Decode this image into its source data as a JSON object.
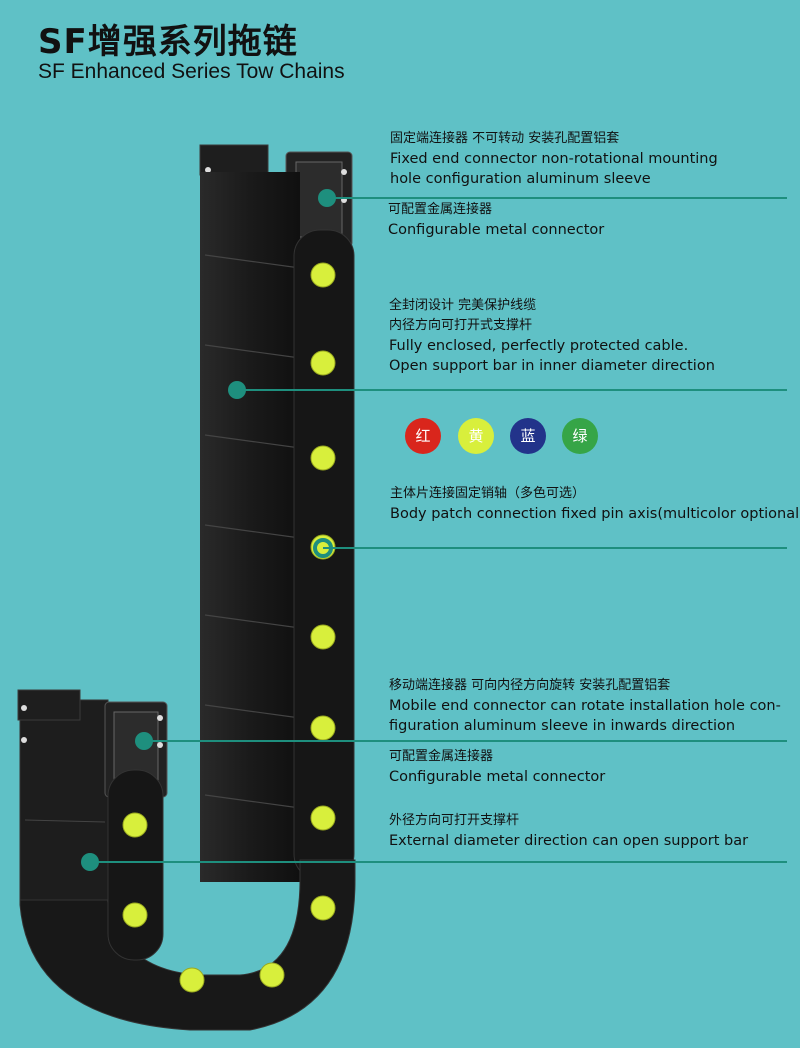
{
  "header": {
    "title_zh": "SF增强系列拖链",
    "title_en": "SF Enhanced Series Tow Chains"
  },
  "colors": {
    "background": "#5fc1c6",
    "chain_black": "#1c1c1c",
    "pin_yellow": "#d8ef3c",
    "callout": "#1e8f7e"
  },
  "callouts": [
    {
      "zh": "固定端连接器  不可转动 安装孔配置铝套",
      "en": [
        "Fixed end connector non-rotational mounting",
        "hole configuration aluminum sleeve"
      ]
    },
    {
      "zh": "可配置金属连接器",
      "en": [
        "Configurable metal connector"
      ]
    },
    {
      "zh": "全封闭设计 完美保护线缆",
      "zh2": "内径方向可打开式支撑杆",
      "en": [
        "Fully enclosed, perfectly protected cable.",
        "Open support bar in inner diameter direction"
      ]
    },
    {
      "zh": "主体片连接固定销轴（多色可选）",
      "en": [
        "Body patch connection fixed pin axis(multicolor optional)"
      ]
    },
    {
      "zh": "移动端连接器 可向内径方向旋转 安装孔配置铝套",
      "en": [
        "Mobile end connector can rotate installation hole con-",
        "figuration aluminum sleeve in inwards direction"
      ]
    },
    {
      "zh": "可配置金属连接器",
      "en": [
        "Configurable metal connector"
      ]
    },
    {
      "zh": "外径方向可打开支撑杆",
      "en": [
        "External diameter direction can open support bar"
      ]
    }
  ],
  "swatches": [
    {
      "label": "红",
      "color": "#d9261c"
    },
    {
      "label": "黄",
      "color": "#d8ef3c"
    },
    {
      "label": "蓝",
      "color": "#22338a"
    },
    {
      "label": "绿",
      "color": "#36a547"
    }
  ]
}
